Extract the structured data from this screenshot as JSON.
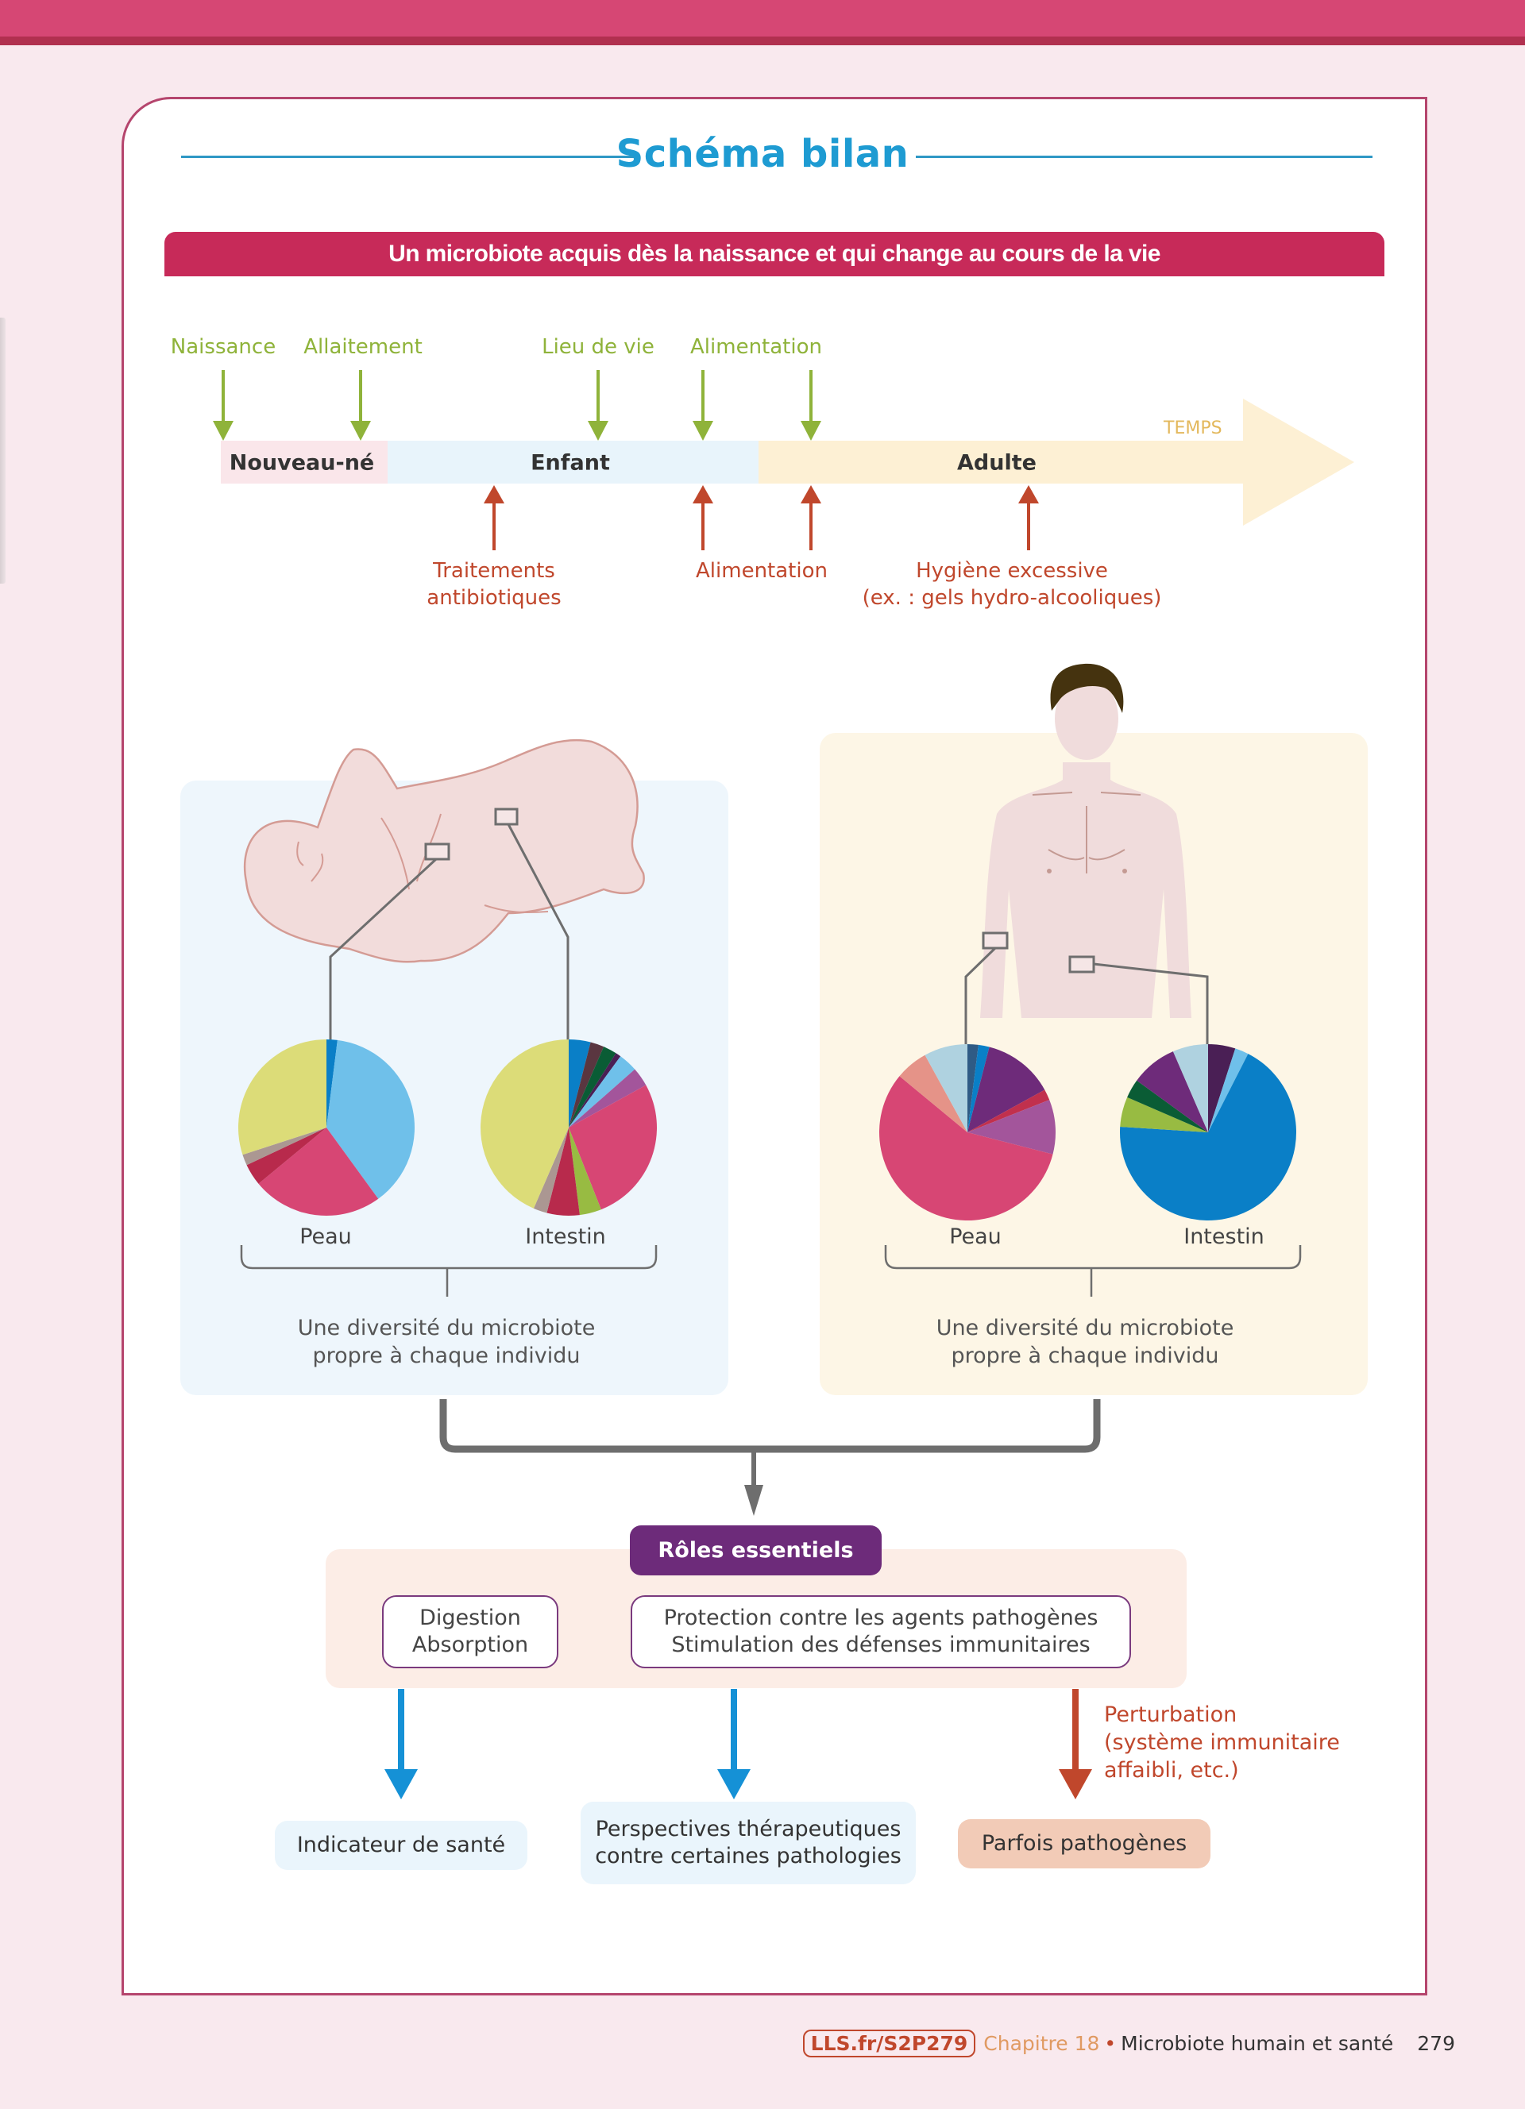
{
  "header": {
    "title": "Schéma bilan",
    "banner": "Un microbiote acquis dès la naissance et qui change au cours de la vie"
  },
  "colors": {
    "accent_title": "#1e9bd2",
    "banner": "#c72a59",
    "positive_arrow": "#8fb33a",
    "negative_arrow": "#c0472c",
    "roles": "#6d2b7a",
    "outcome_arrow": "#1591d6"
  },
  "timeline": {
    "axis_label": "TEMPS",
    "stages": [
      "Nouveau-né",
      "Enfant",
      "Adulte"
    ],
    "positive_factors": [
      "Naissance",
      "Allaitement",
      "Lieu de vie",
      "Alimentation"
    ],
    "negative_factors": [
      {
        "line1": "Traitements",
        "line2": "antibiotiques"
      },
      {
        "line1": "Alimentation",
        "line2": ""
      },
      {
        "line1": "Hygiène excessive",
        "line2": "(ex. : gels hydro-alcooliques)"
      }
    ]
  },
  "panels": {
    "newborn": {
      "skin_label": "Peau",
      "gut_label": "Intestin",
      "diversity_line1": "Une diversité du microbiote",
      "diversity_line2": "propre à chaque individu"
    },
    "adult": {
      "skin_label": "Peau",
      "gut_label": "Intestin",
      "diversity_line1": "Une diversité du microbiote",
      "diversity_line2": "propre à chaque individu"
    }
  },
  "chart_data": [
    {
      "type": "pie",
      "title": "Nouveau-né — Peau",
      "slices": [
        {
          "value": 2,
          "color": "#0a7fc7"
        },
        {
          "value": 38,
          "color": "#6fc0ea"
        },
        {
          "value": 24,
          "color": "#d74674"
        },
        {
          "value": 4,
          "color": "#b82a4c"
        },
        {
          "value": 2,
          "color": "#ab9792"
        },
        {
          "value": 30,
          "color": "#dcdc78"
        }
      ]
    },
    {
      "type": "pie",
      "title": "Nouveau-né — Intestin",
      "slices": [
        {
          "value": 4,
          "color": "#0a7fc7"
        },
        {
          "value": 2.5,
          "color": "#5a3640"
        },
        {
          "value": 2.5,
          "color": "#0a5c35"
        },
        {
          "value": 1,
          "color": "#4a1f55"
        },
        {
          "value": 3.5,
          "color": "#6fc0ea"
        },
        {
          "value": 3.5,
          "color": "#a3559b"
        },
        {
          "value": 27,
          "color": "#d74674"
        },
        {
          "value": 4,
          "color": "#98bb42"
        },
        {
          "value": 6,
          "color": "#b82a4c"
        },
        {
          "value": 2.5,
          "color": "#ab9792"
        },
        {
          "value": 43.5,
          "color": "#dcdc78"
        }
      ]
    },
    {
      "type": "pie",
      "title": "Adulte — Peau",
      "slices": [
        {
          "value": 2,
          "color": "#2f5b85"
        },
        {
          "value": 2,
          "color": "#0a7fc7"
        },
        {
          "value": 13,
          "color": "#6e2b7a"
        },
        {
          "value": 2,
          "color": "#c1304d"
        },
        {
          "value": 10,
          "color": "#a3559b"
        },
        {
          "value": 57,
          "color": "#d74674"
        },
        {
          "value": 6,
          "color": "#e59388"
        },
        {
          "value": 8,
          "color": "#afd2e0"
        }
      ]
    },
    {
      "type": "pie",
      "title": "Adulte — Intestin",
      "slices": [
        {
          "value": 5,
          "color": "#4a1f55"
        },
        {
          "value": 2.5,
          "color": "#6fc0ea"
        },
        {
          "value": 68.5,
          "color": "#0a7fc7"
        },
        {
          "value": 5.5,
          "color": "#98bb42"
        },
        {
          "value": 3.5,
          "color": "#0a5c35"
        },
        {
          "value": 8.5,
          "color": "#6e2b7a"
        },
        {
          "value": 6.5,
          "color": "#afd2e0"
        }
      ]
    }
  ],
  "roles": {
    "title": "Rôles essentiels",
    "box1": [
      "Digestion",
      "Absorption"
    ],
    "box2": [
      "Protection contre les agents pathogènes",
      "Stimulation des défenses immunitaires"
    ]
  },
  "outcomes": {
    "health": "Indicateur de santé",
    "perspectives": [
      "Perspectives thérapeutiques",
      "contre certaines pathologies"
    ],
    "perturbation": [
      "Perturbation",
      "(système immunitaire",
      "affaibli, etc.)"
    ],
    "pathogenic": "Parfois pathogènes"
  },
  "footer": {
    "link": "LLS.fr/S2P279",
    "chapter": "Chapitre 18",
    "chapter_title": "Microbiote humain et santé",
    "page": "279"
  }
}
